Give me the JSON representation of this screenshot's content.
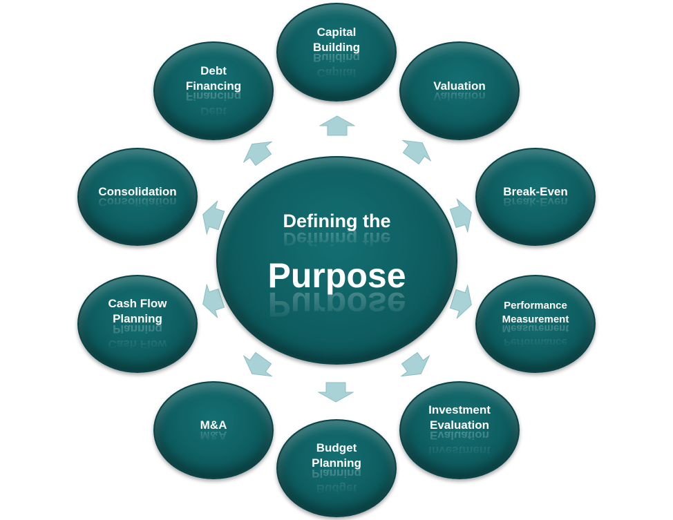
{
  "center": {
    "line1": "Defining the",
    "line2": "Purpose"
  },
  "nodes": [
    {
      "id": "capital-building",
      "label": "Capital\nBuilding"
    },
    {
      "id": "valuation",
      "label": "Valuation"
    },
    {
      "id": "break-even",
      "label": "Break-Even"
    },
    {
      "id": "performance-measurement",
      "label": "Performance\nMeasurement"
    },
    {
      "id": "investment-evaluation",
      "label": "Investment\nEvaluation"
    },
    {
      "id": "budget-planning",
      "label": "Budget\nPlanning"
    },
    {
      "id": "m-and-a",
      "label": "M&A"
    },
    {
      "id": "cash-flow-planning",
      "label": "Cash Flow\nPlanning"
    },
    {
      "id": "consolidation",
      "label": "Consolidation"
    },
    {
      "id": "debt-financing",
      "label": "Debt\nFinancing"
    }
  ],
  "colors": {
    "node_fill": "#0e5d60",
    "arrow_fill": "#a9d2d6",
    "text": "#ffffff"
  }
}
